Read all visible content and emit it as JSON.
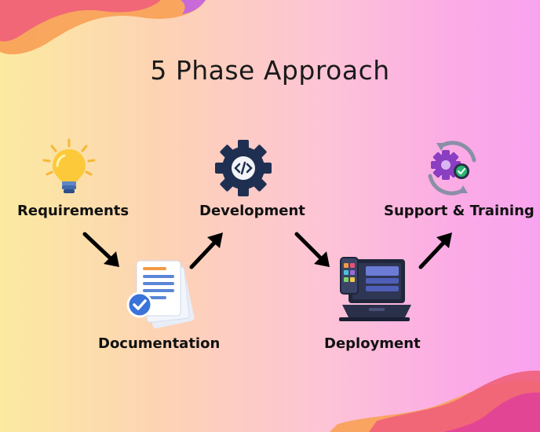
{
  "title": "5 Phase Approach",
  "phases": {
    "requirements": {
      "label": "Requirements",
      "icon": "lightbulb-icon"
    },
    "documentation": {
      "label": "Documentation",
      "icon": "document-check-icon"
    },
    "development": {
      "label": "Development",
      "icon": "code-gear-icon"
    },
    "deployment": {
      "label": "Deployment",
      "icon": "laptop-dashboard-icon"
    },
    "support": {
      "label": "Support & Training",
      "icon": "gears-cycle-icon"
    }
  },
  "colors": {
    "gradient_left": "#fbeaa0",
    "gradient_right": "#f9a3ef",
    "blob_pink": "#f0607a",
    "blob_orange": "#f9a25a",
    "gear_navy": "#1f2f52",
    "arrow": "#000000"
  }
}
